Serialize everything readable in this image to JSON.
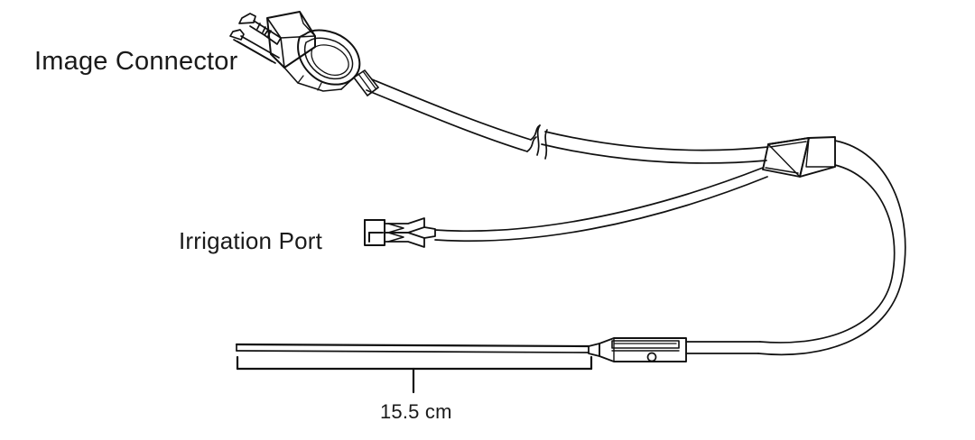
{
  "document": {
    "kind": "technical-line-drawing",
    "subject": "imaging catheter assembly",
    "background_color": "#ffffff",
    "line_color": "#111111"
  },
  "labels": {
    "image_connector": "Image Connector",
    "irrigation_port": "Irrigation Port",
    "dimension": "15.5 cm"
  },
  "parts": [
    {
      "id": "image-connector",
      "name": "Image Connector",
      "description": "multi-pin electrical connector with looped grip handle and ribbed strain relief",
      "pin_count": 2
    },
    {
      "id": "main-cable",
      "name": "Image Cable",
      "description": "cable from image connector to Y-junction, shortened with break symbol"
    },
    {
      "id": "cable-break",
      "name": "Cable Break Symbol",
      "description": "S-shaped break marker indicating shortened cable run"
    },
    {
      "id": "y-junction",
      "name": "Y Junction Splitter",
      "description": "triangular splitter body with cylindrical collar joining image cable and irrigation tube to the catheter shaft"
    },
    {
      "id": "irrigation-port",
      "name": "Irrigation Port",
      "description": "luer fitting with cap on irrigation branch tube"
    },
    {
      "id": "catheter-shaft",
      "name": "Catheter Shaft",
      "description": "thin flexible shaft terminating at a rounded distal tip"
    },
    {
      "id": "transducer-housing",
      "name": "Transducer Housing",
      "description": "rigid housing near the distal shaft containing a transducer window and a small circular port"
    }
  ],
  "dimension": {
    "value": "15.5",
    "unit": "cm",
    "full_text": "15.5 cm",
    "measures": "catheter-shaft",
    "style": "square-bracket extension lines with center leader"
  }
}
